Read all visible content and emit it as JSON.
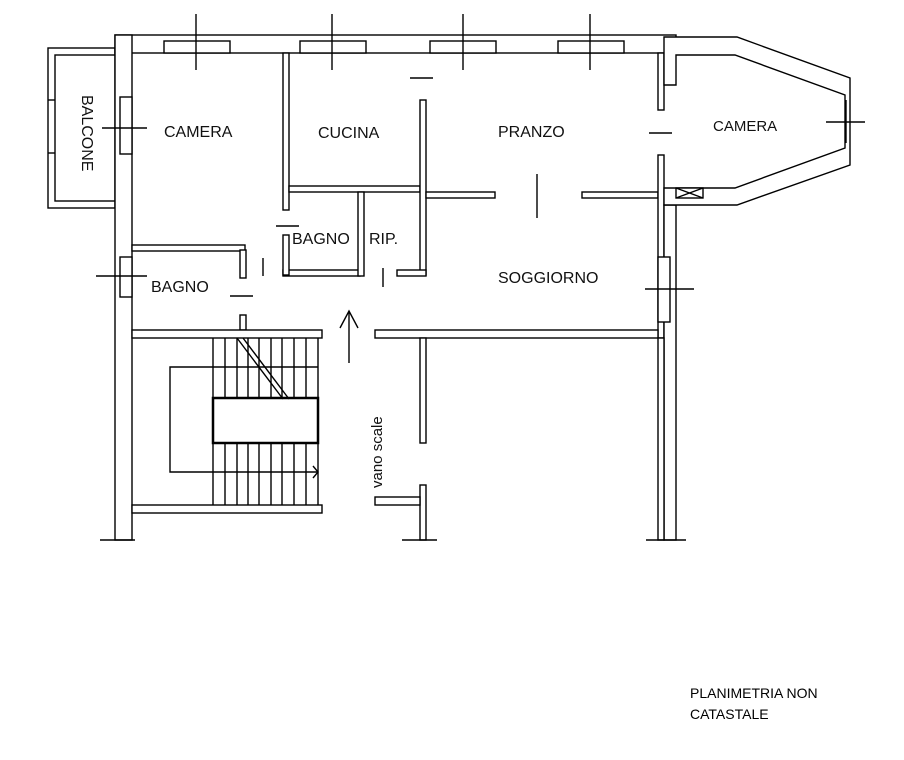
{
  "rooms": {
    "balcone": "BALCONE",
    "camera_left": "CAMERA",
    "cucina": "CUCINA",
    "pranzo": "PRANZO",
    "camera_right": "CAMERA",
    "bagno_small": "BAGNO",
    "ripostiglio": "RIP.",
    "bagno_left": "BAGNO",
    "soggiorno": "SOGGIORNO",
    "stairwell": "vano scale"
  },
  "note": {
    "line1": "PLANIMETRIA NON",
    "line2": "CATASTALE"
  },
  "colors": {
    "line": "#000000",
    "background": "#ffffff"
  }
}
